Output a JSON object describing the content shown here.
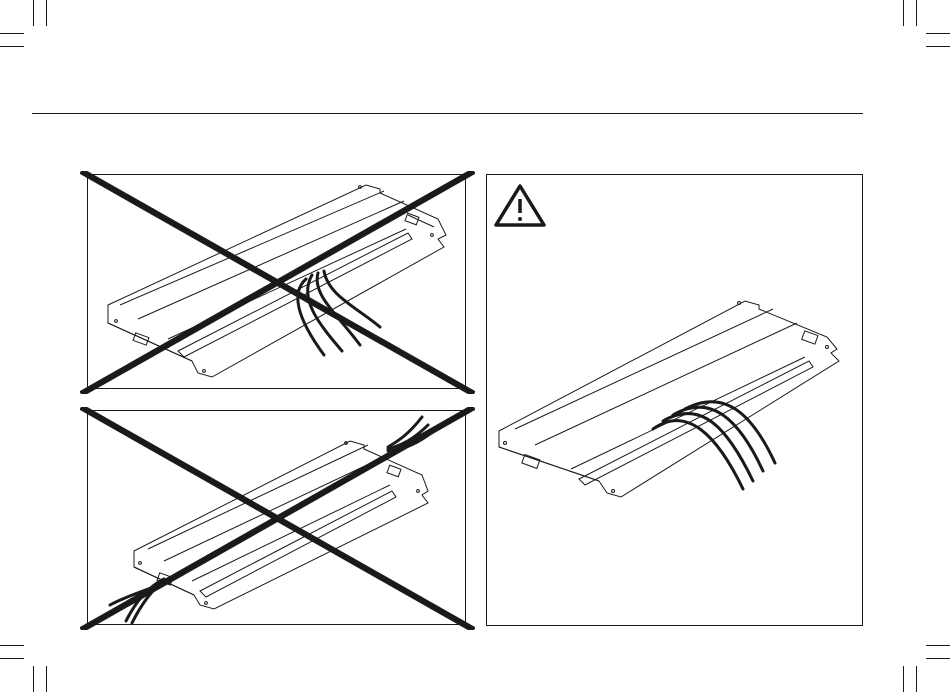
{
  "page": {
    "panels": [
      {
        "id": "wrong-top",
        "status": "incorrect",
        "description_icon": "cross-mark-icon"
      },
      {
        "id": "wrong-bottom",
        "status": "incorrect",
        "description_icon": "cross-mark-icon"
      },
      {
        "id": "correct",
        "status": "correct",
        "description_icon": "warning-triangle-icon"
      }
    ]
  },
  "colors": {
    "ink": "#1a1a1a",
    "paper": "#ffffff"
  }
}
